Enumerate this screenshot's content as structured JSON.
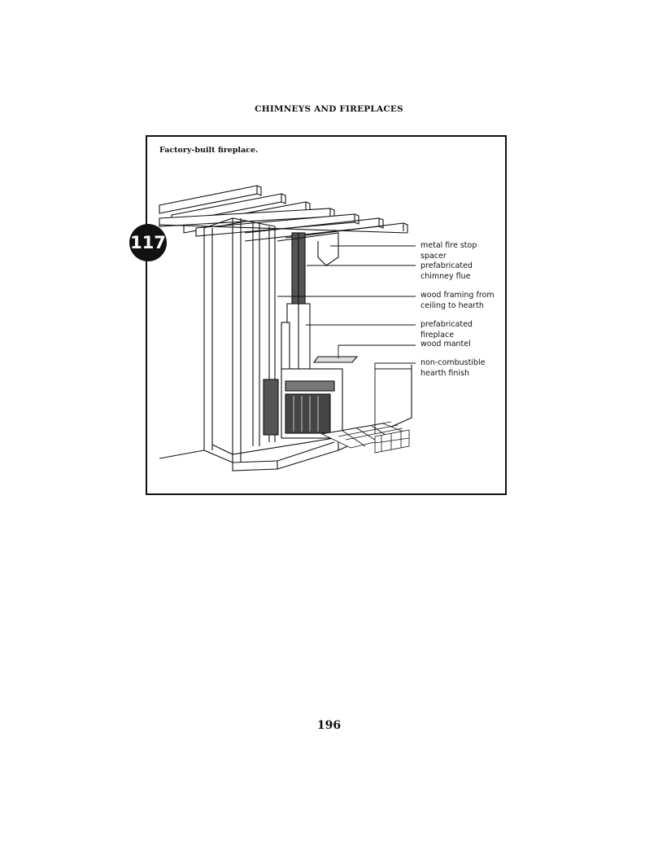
{
  "running_head": "CHIMNEYS AND FIREPLACES",
  "figure": {
    "number": "117",
    "caption": "Factory-built fireplace.",
    "callouts": [
      "metal fire stop spacer",
      "prefabricated\nchimney flue",
      "wood framing from\nceiling to hearth",
      "prefabricated fireplace",
      "wood mantel",
      "non-combustible\nhearth finish"
    ]
  },
  "page_number": "196"
}
